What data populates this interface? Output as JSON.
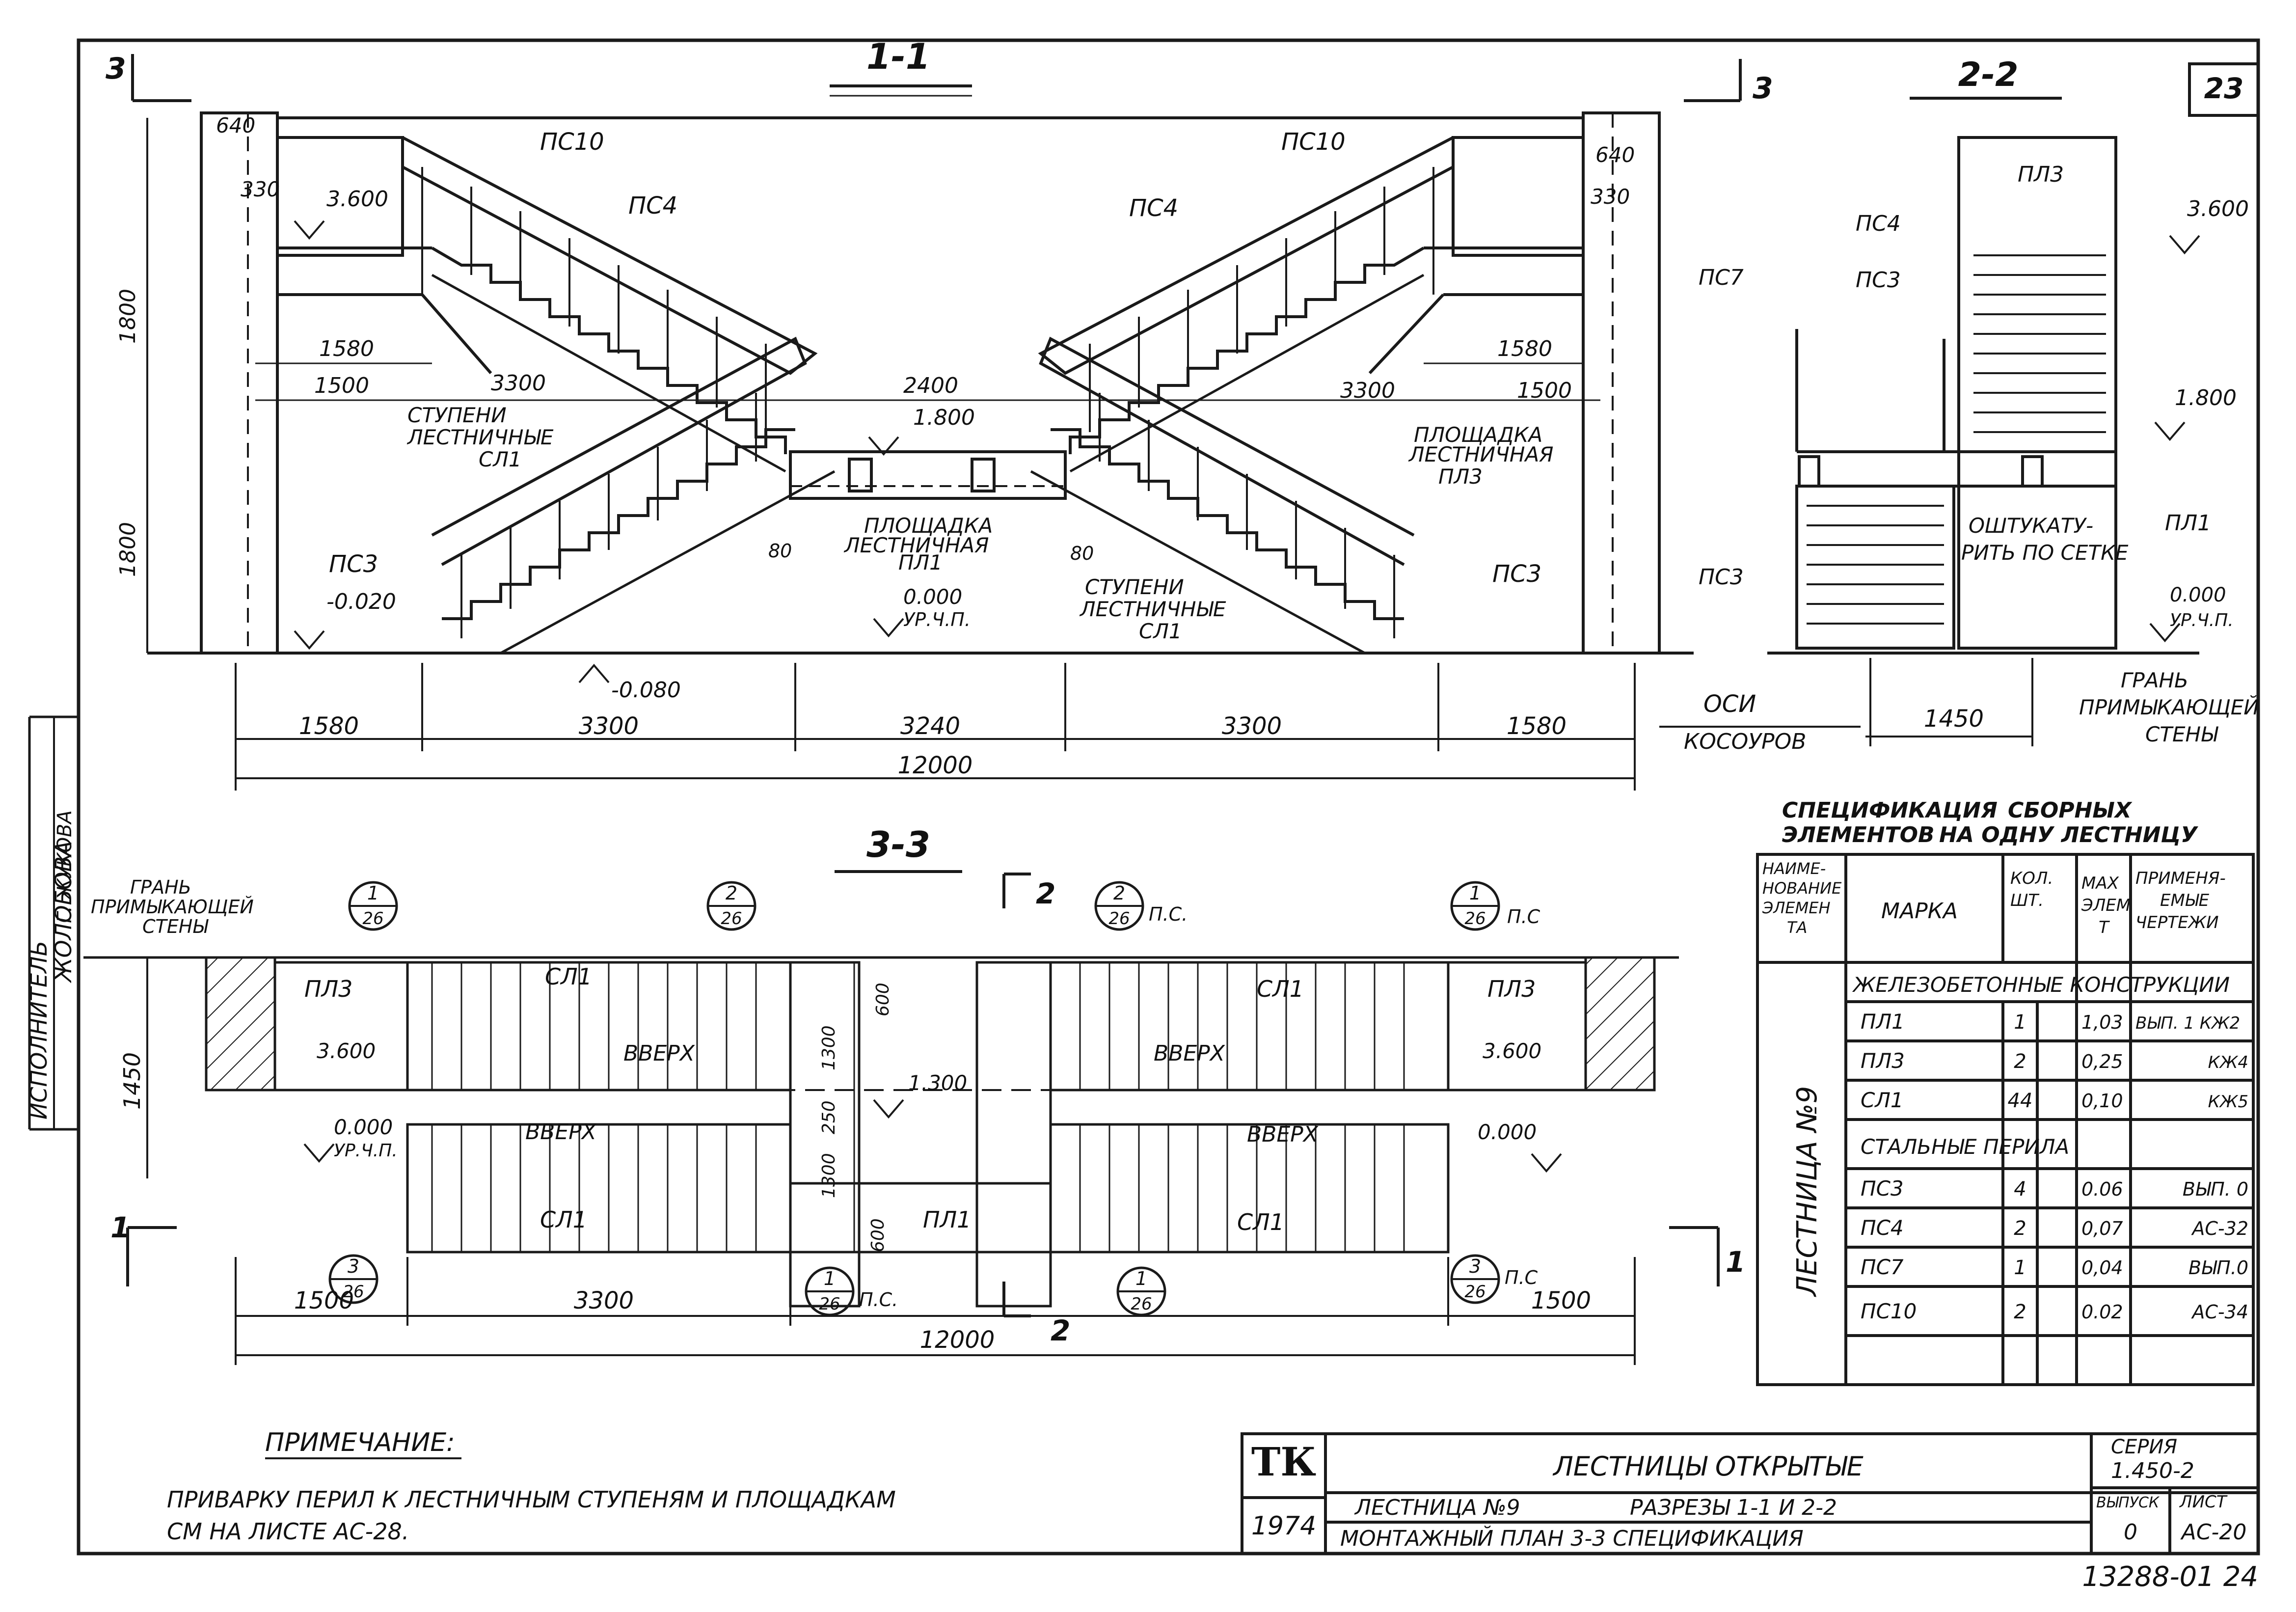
{
  "sheet_no": "23",
  "section_11": {
    "title": "1-1",
    "cut_marks": [
      "3",
      "3"
    ],
    "labels": {
      "ps10_l": "ПС10",
      "ps4_l": "ПС4",
      "ps3_l": "ПС3",
      "ps10_r": "ПС10",
      "ps4_r": "ПС4",
      "ps3_r": "ПС3",
      "steps_l": [
        "СТУПЕНИ",
        "ЛЕСТНИЧНЫЕ",
        "СЛ1"
      ],
      "steps_r": [
        "СТУПЕНИ",
        "ЛЕСТНИЧНЫЕ",
        "СЛ1"
      ],
      "landing_c": [
        "ПЛОЩАДКА",
        "ЛЕСТНИЧНАЯ",
        "ПЛ1"
      ],
      "landing_r": [
        "ПЛОЩАДКА",
        "ЛЕСТНИЧНАЯ",
        "ПЛ3"
      ]
    },
    "dims": {
      "d640l": "640",
      "d330l": "330",
      "d640r": "640",
      "d330r": "330",
      "v1800a": "1800",
      "v1800b": "1800",
      "d1580l": "1580",
      "d1500l": "1500",
      "d3300l": "3300",
      "d1580r": "1580",
      "d1500r": "1500",
      "d3300r": "3300",
      "d2400": "2400",
      "d80l": "80",
      "d80r": "80"
    },
    "levels": {
      "l3600": "3.600",
      "l1800": "1.800",
      "lm020": "-0.020",
      "l0000": "0.000",
      "l0000_sub": "УР.Ч.П.",
      "lm080": "-0.080"
    },
    "bottom_dims": [
      "1580",
      "3300",
      "3240",
      "3300",
      "1580"
    ],
    "total_dim": "12000"
  },
  "section_22": {
    "title": "2-2",
    "labels": {
      "pl3": "ПЛ3",
      "ps4": "ПС4",
      "ps3a": "ПС3",
      "ps7": "ПС7",
      "ps3b": "ПС3",
      "pl1": "ПЛ1",
      "plaster": [
        "ОШТУКАТУ-",
        "РИТЬ ПО СЕТКЕ"
      ],
      "axes": [
        "ОСИ",
        "КОСОУРОВ"
      ],
      "wall_face": [
        "ГРАНЬ",
        "ПРИМЫКАЮЩЕЙ",
        "СТЕНЫ"
      ]
    },
    "levels": {
      "l3600": "3.600",
      "l1800": "1.800",
      "l0000": "0.000",
      "l0000_sub": "УР.Ч.П."
    },
    "dim_1450": "1450"
  },
  "section_33": {
    "title": "3-3",
    "wall_face": [
      "ГРАНЬ",
      "ПРИМЫКАЮЩЕЙ",
      "СТЕНЫ"
    ],
    "cut_marks": [
      "2",
      "2",
      "1",
      "1"
    ],
    "labels": {
      "pl3l": "ПЛ3",
      "pl3r": "ПЛ3",
      "sl1a": "СЛ1",
      "sl1b": "СЛ1",
      "sl1c": "СЛ1",
      "sl1d": "СЛ1",
      "pl1": "ПЛ1",
      "up1": "ВВЕРХ",
      "up2": "ВВЕРХ",
      "up3": "ВВЕРХ",
      "up4": "ВВЕРХ"
    },
    "levels": {
      "l3600l": "3.600",
      "l3600r": "3.600",
      "l1300": "1.300",
      "l0000l": "0.000",
      "l0000l_sub": "УР.Ч.П.",
      "l0000r": "0.000"
    },
    "inner_dims": [
      "600",
      "1300",
      "250",
      "1300",
      "600"
    ],
    "v1450": "1450",
    "callouts_top": [
      {
        "num": "1",
        "den": "26",
        "note": ""
      },
      {
        "num": "2",
        "den": "26",
        "note": ""
      },
      {
        "num": "2",
        "den": "26",
        "note": "П.С."
      },
      {
        "num": "1",
        "den": "26",
        "note": "П.С"
      }
    ],
    "callouts_bottom": [
      {
        "num": "3",
        "den": "26",
        "note": ""
      },
      {
        "num": "1",
        "den": "26",
        "note": "П.С."
      },
      {
        "num": "1",
        "den": "26",
        "note": ""
      },
      {
        "num": "3",
        "den": "26",
        "note": "П.С"
      }
    ],
    "bottom_dims": [
      "1500",
      "3300",
      "1500"
    ],
    "total_dim": "12000"
  },
  "spec": {
    "title": [
      "СПЕЦИФИКАЦИЯ",
      "СБОРНЫХ",
      "ЭЛЕМЕНТОВ",
      "НА ОДНУ ЛЕСТНИЦУ"
    ],
    "headers": {
      "name": [
        "НАИМЕ-",
        "НОВАНИЕ",
        "ЭЛЕМЕН",
        "ТА"
      ],
      "mark": "МАРКА",
      "qty": [
        "КОЛ.",
        "ШТ."
      ],
      "mass": [
        "MAX",
        "ЭЛЕМ",
        "Т"
      ],
      "drawings": [
        "ПРИМЕНЯ-",
        "ЕМЫЕ",
        "ЧЕРТЕЖИ"
      ]
    },
    "group": "ЛЕСТНИЦА №9",
    "section_rc": "ЖЕЛЕЗОБЕТОННЫЕ КОНСТРУКЦИИ",
    "rows_rc": [
      {
        "mark": "ПЛ1",
        "qty": "1",
        "mass": "1,03",
        "doc": "ВЫП. 1 КЖ2"
      },
      {
        "mark": "ПЛ3",
        "qty": "2",
        "mass": "0,25",
        "doc": "КЖ4"
      },
      {
        "mark": "СЛ1",
        "qty": "44",
        "mass": "0,10",
        "doc": "КЖ5"
      }
    ],
    "section_steel": "СТАЛЬНЫЕ ПЕРИЛА",
    "rows_steel": [
      {
        "mark": "ПС3",
        "qty": "4",
        "mass": "0.06",
        "doc": "ВЫП. 0"
      },
      {
        "mark": "ПС4",
        "qty": "2",
        "mass": "0,07",
        "doc": "АС-32"
      },
      {
        "mark": "ПС7",
        "qty": "1",
        "mass": "0,04",
        "doc": "ВЫП.0"
      },
      {
        "mark": "ПС10",
        "qty": "2",
        "mass": "0.02",
        "doc": "АС-34"
      }
    ]
  },
  "note": {
    "heading": "ПРИМЕЧАНИЕ:",
    "line1": "ПРИВАРКУ ПЕРИЛ К ЛЕСТНИЧНЫМ СТУПЕНЯМ И ПЛОЩАДКАМ",
    "line2": "СМ НА ЛИСТЕ АС-28."
  },
  "stamp": {
    "org": "ТК",
    "year": "1974",
    "title": "ЛЕСТНИЦЫ ОТКРЫТЫЕ",
    "sub1": "ЛЕСТНИЦА №9",
    "sub1b": "РАЗРЕЗЫ 1-1 И 2-2",
    "sub2": "МОНТАЖНЫЙ ПЛАН 3-3 СПЕЦИФИКАЦИЯ",
    "series_label": "СЕРИЯ",
    "series": "1.450-2",
    "issue_label": "ВЫПУСК",
    "issue": "0",
    "sheet_label": "ЛИСТ",
    "sheet": "АС-20"
  },
  "margin": {
    "role": "ИСПОЛНИТЕЛЬ",
    "name": "ЖОЛОБОВА",
    "name2": "Г. ЖУКОВА"
  },
  "archive_no": "13288-01 24"
}
